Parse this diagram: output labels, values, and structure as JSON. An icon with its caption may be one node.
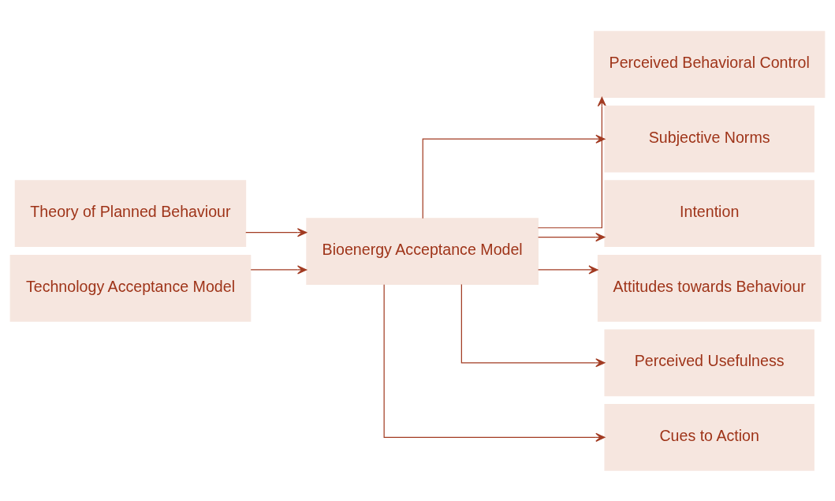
{
  "diagram": {
    "nodes": [
      {
        "text": [
          "Theory of Planned Behaviour"
        ]
      },
      {
        "text": [
          "Technology Acceptance Model"
        ]
      },
      {
        "text": [
          "Bioenergy Acceptance Model"
        ]
      },
      {
        "text": [
          "Perceived Behavioral Control"
        ]
      },
      {
        "text": [
          "Subjective Norms"
        ]
      },
      {
        "text": [
          "Intention"
        ]
      },
      {
        "text": [
          "Attitudes towards Behaviour"
        ]
      },
      {
        "text": [
          "Perceived Usefulness"
        ]
      },
      {
        "text": [
          "Cues to Action"
        ]
      }
    ],
    "edges": [
      {
        "from": 0,
        "to": 2,
        "arrow": "to"
      },
      {
        "from": 1,
        "to": 2,
        "arrow": "to"
      },
      {
        "from": 2,
        "to": 3,
        "arrow": "to"
      },
      {
        "from": 2,
        "to": 4,
        "arrow": "to"
      },
      {
        "from": 2,
        "to": 5,
        "arrow": "to"
      },
      {
        "from": 2,
        "to": 6,
        "arrow": "to"
      },
      {
        "from": 2,
        "to": 7,
        "arrow": "to"
      },
      {
        "from": 2,
        "to": 8,
        "arrow": "to"
      }
    ]
  }
}
